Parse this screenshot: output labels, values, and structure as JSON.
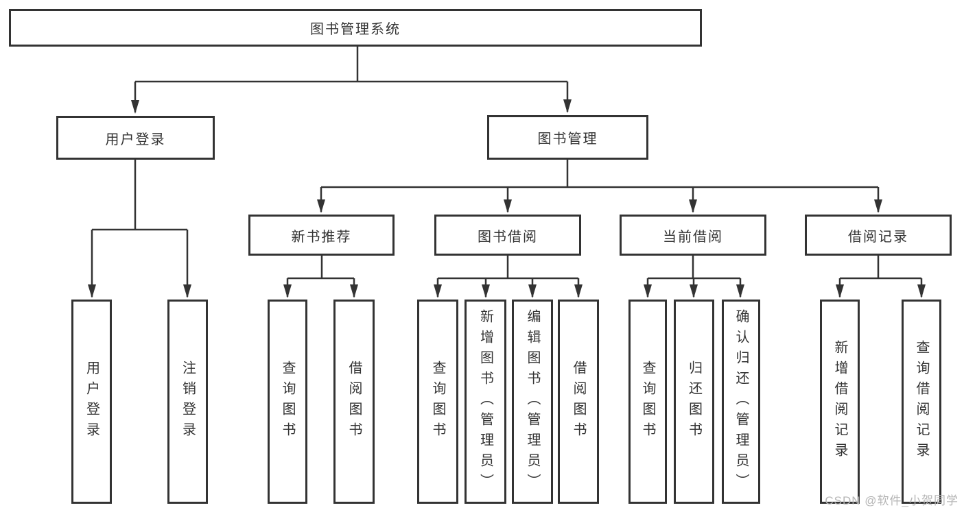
{
  "tree": {
    "root": "图书管理系统",
    "children": [
      {
        "label": "用户登录",
        "children": [
          "用户登录",
          "注销登录"
        ]
      },
      {
        "label": "图书管理",
        "children": [
          {
            "label": "新书推荐",
            "children": [
              "查询图书",
              "借阅图书"
            ]
          },
          {
            "label": "图书借阅",
            "children": [
              "查询图书",
              "新增图书（管理员）",
              "编辑图书（管理员）",
              "借阅图书"
            ]
          },
          {
            "label": "当前借阅",
            "children": [
              "查询图书",
              "归还图书",
              "确认归还（管理员）"
            ]
          },
          {
            "label": "借阅记录",
            "children": [
              "新增借阅记录",
              "查询借阅记录"
            ]
          }
        ]
      }
    ]
  },
  "watermark": {
    "text": "CSDN @软件_小贺同学"
  },
  "colors": {
    "line": "#333333",
    "text": "#333333",
    "background": "#ffffff",
    "watermark_text": "#b5b5b5"
  }
}
